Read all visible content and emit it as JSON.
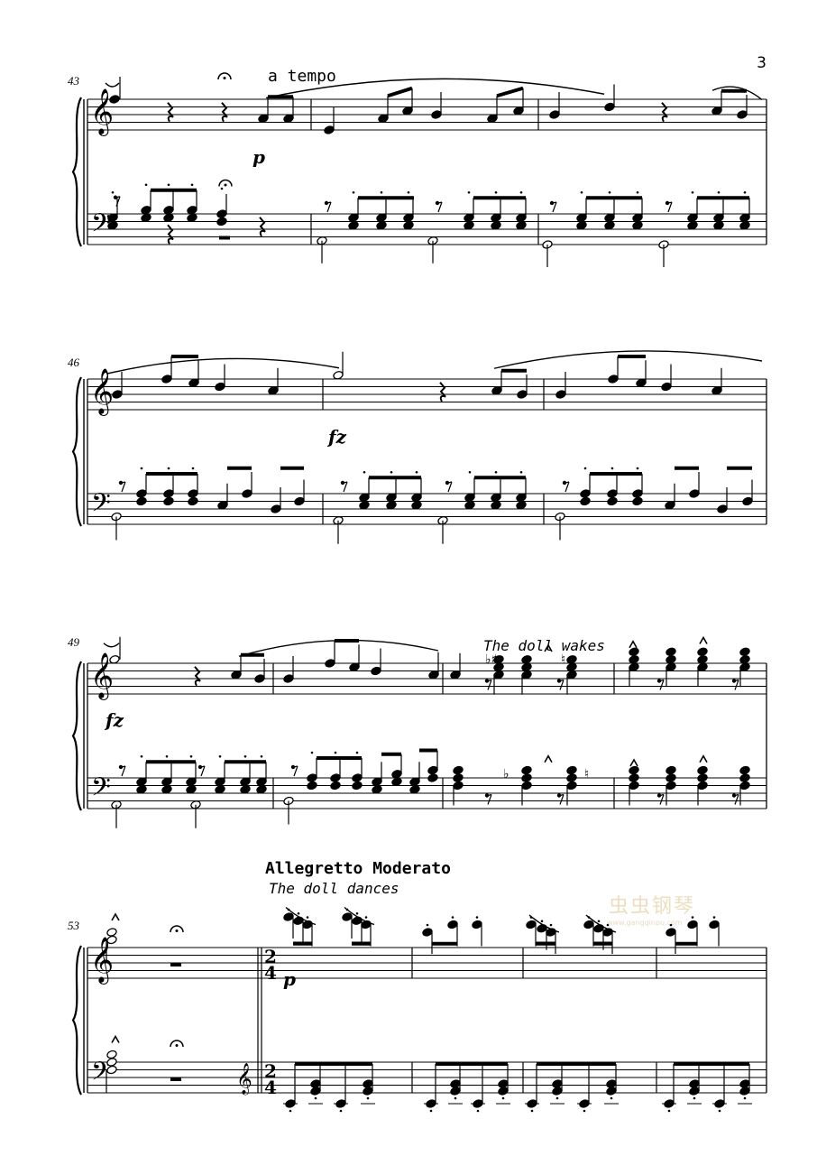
{
  "page_number": "3",
  "tempo_markings": {
    "a_tempo": "a tempo",
    "the_doll_wakes": "The doll wakes",
    "allegretto_moderato": "Allegretto  Moderato",
    "the_doll_dances": "The doll dances"
  },
  "measure_numbers": {
    "system1": "43",
    "system2": "46",
    "system3": "49",
    "system4": "53"
  },
  "dynamics": {
    "p1": "p",
    "fz1": "fz",
    "fz2": "fz",
    "p2": "p"
  },
  "time_signature": {
    "top": "2",
    "bottom": "4"
  },
  "watermark": {
    "text": "虫虫钢琴",
    "url": "www.gangqinpu.com",
    "color": "#c9a24a"
  }
}
